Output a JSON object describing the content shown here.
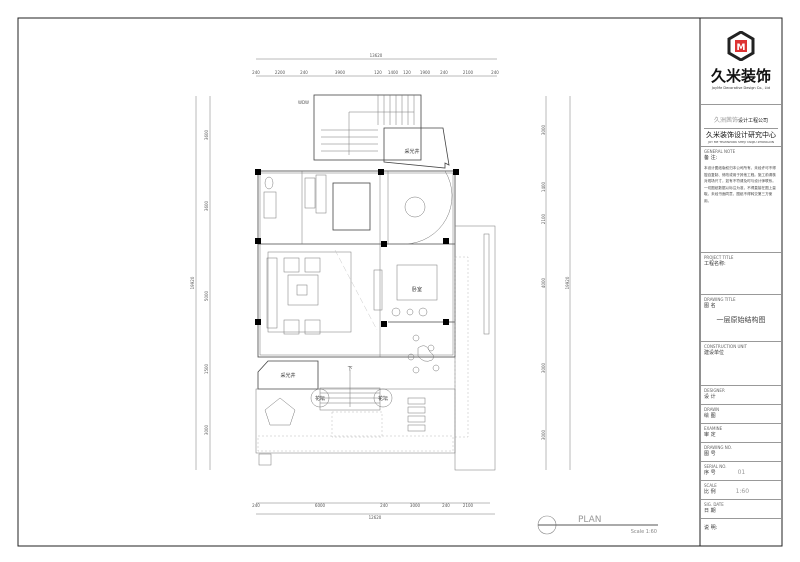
{
  "title_block": {
    "logo_text": "久米装饰",
    "logo_subtitle": "JoyMe Decorative Design Co., Ltd",
    "company_line1_brand": "久洲茜饰",
    "company_line1": "设计工程公司",
    "company_line2": "久米装饰设计研究中心",
    "contact_line": "JOY ME   TEAMWORK SHEJI YANJIU ZHONGXIN",
    "general_note_caption": "GENERAL NOTE",
    "general_note_label": "备 注:",
    "general_note_text": "本设计图纸版权归本公司所有，未经许可不得擅自复制、修改或用于其他工程。施工前请核对现场尺寸，如有不符请及时与设计师联系。一切图纸数据以标注为准，不得直接在图上量取。未经书面同意，图纸不得转交第三方使用。",
    "project_title_caption": "PROJECT TITLE",
    "project_title_value": "工程名称:",
    "drawing_title_caption": "DRAWING TITLE",
    "drawing_title_label": "图 名",
    "drawing_title_value": "一层原始结构图",
    "construction_unit_caption": "CONSTRUCTION UNIT",
    "construction_unit_value": "建设单位",
    "designer_caption": "DESIGNER",
    "designer_value": "设 计",
    "drawn_caption": "DRAWN",
    "drawn_value": "绘 图",
    "examine_caption": "EXAMINE",
    "examine_value": "审 定",
    "drawing_no_caption": "DRAWING NO.",
    "drawing_no_value": "图 号",
    "serial_caption": "SERIAL NO.",
    "serial_label": "序 号",
    "serial_value": "01",
    "scale_caption": "SCALE",
    "scale_label": "比 例",
    "scale_value": "1:60",
    "date_caption": "SIG. DATE",
    "date_label": "日 期",
    "remarks_label": "说 明:"
  },
  "plan": {
    "top_total": "13620",
    "top_dims": [
      "240",
      "2200",
      "240",
      "3900",
      "120",
      "1400",
      "120",
      "1900",
      "240",
      "2100",
      "240"
    ],
    "bottom_dims": [
      "240",
      "6000",
      "240",
      "3000",
      "240",
      "2100"
    ],
    "bottom_total": "12620",
    "left_total": "19920",
    "left_dims": [
      "3600",
      "3600",
      "5000",
      "1500",
      "3000"
    ],
    "right_total": "19920",
    "right_dims": [
      "3000",
      "1400",
      "2100",
      "4000",
      "3000",
      "3000"
    ],
    "rooms": {
      "light_well_top": "采光井",
      "light_well_bottom": "采光井",
      "bedroom": "卧室",
      "flower_bed_left": "花坛",
      "flower_bed_right": "花坛",
      "down": "下",
      "stair_note": "WDW"
    },
    "plan_label": "PLAN",
    "scale_label": "Scale 1:60"
  }
}
